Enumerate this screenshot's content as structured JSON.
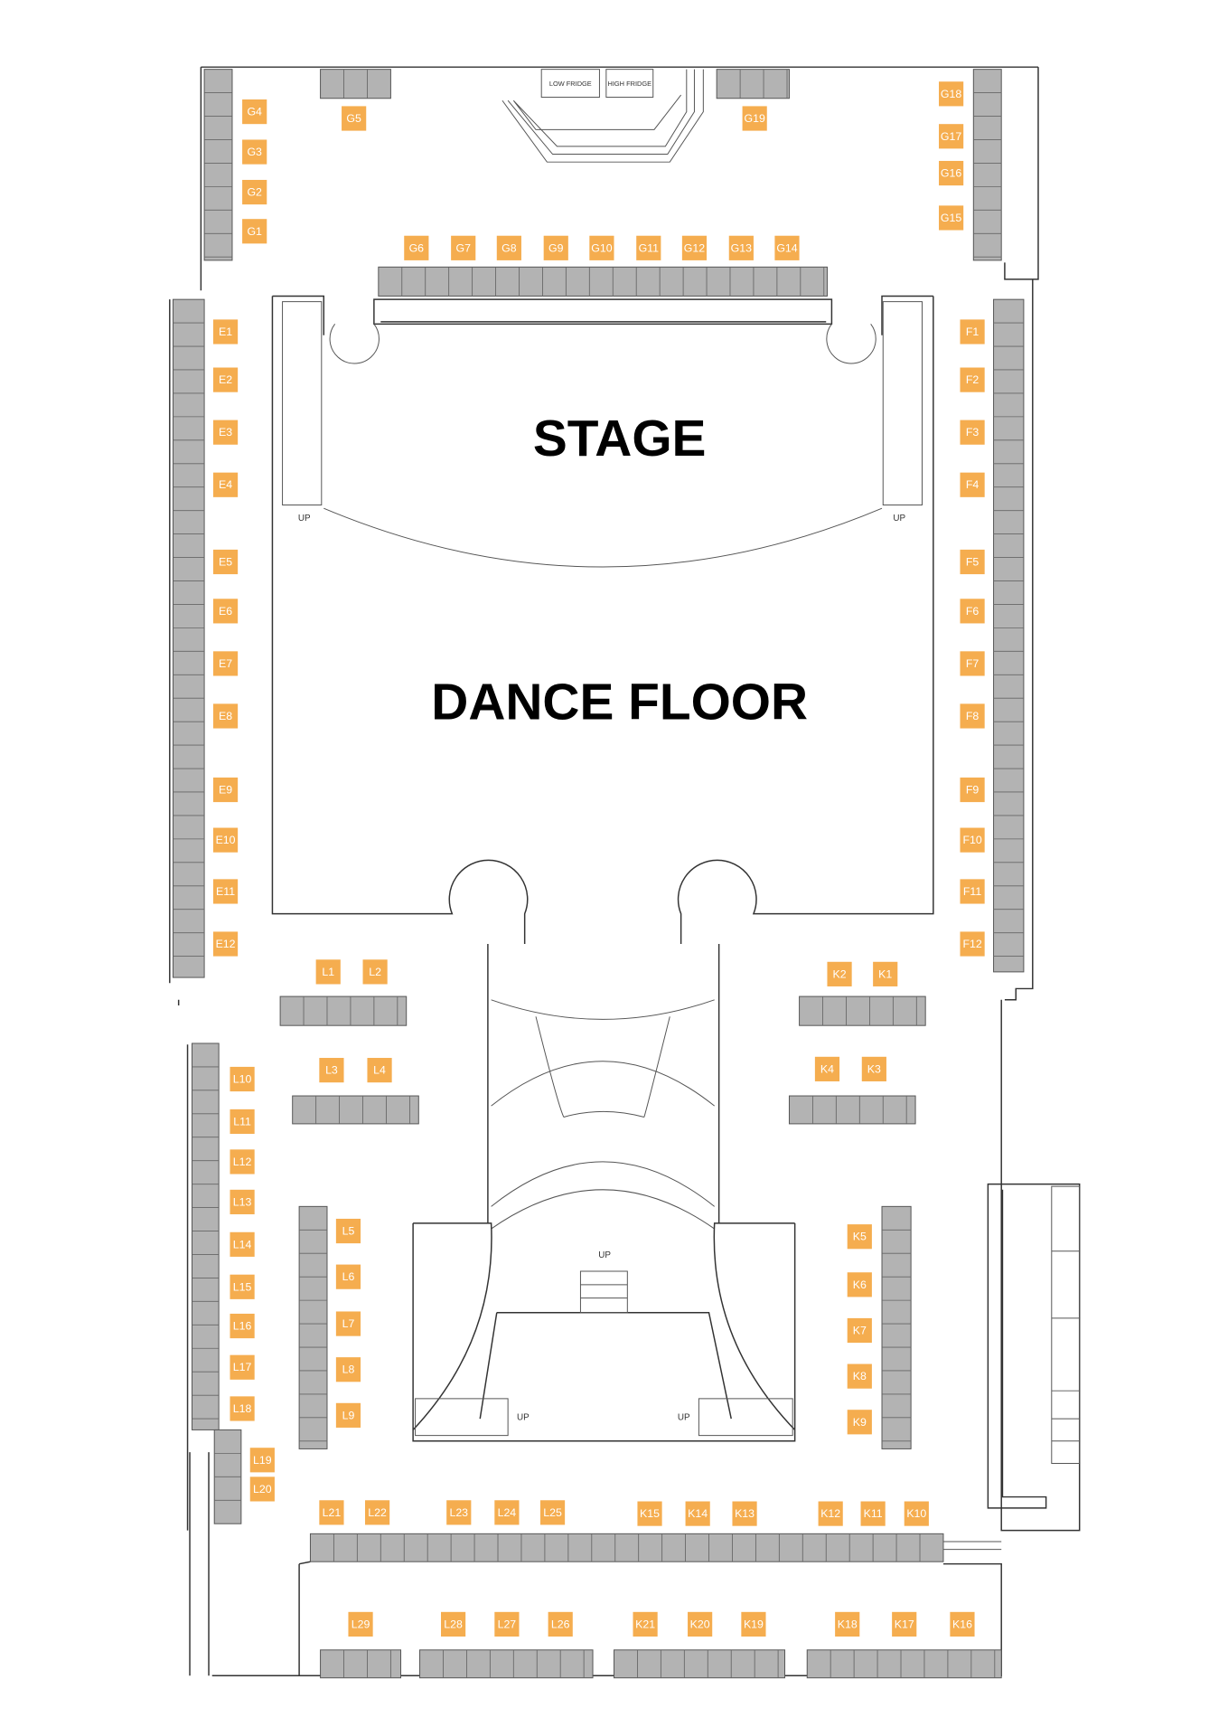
{
  "stage_label": "STAGE",
  "dance_floor_label": "DANCE FLOOR",
  "low_fridge": "LOW FRIDGE",
  "high_fridge": "HIGH FRIDGE",
  "up_labels": [
    "UP",
    "UP",
    "UP",
    "UP",
    "UP"
  ],
  "colors": {
    "table_label": "#f5ad4f",
    "bench": "#b3b3b3"
  },
  "tables": [
    "G1",
    "G2",
    "G3",
    "G4",
    "G5",
    "G6",
    "G7",
    "G8",
    "G9",
    "G10",
    "G11",
    "G12",
    "G13",
    "G14",
    "G15",
    "G16",
    "G17",
    "G18",
    "G19",
    "E1",
    "E2",
    "E3",
    "E4",
    "E5",
    "E6",
    "E7",
    "E8",
    "E9",
    "E10",
    "E11",
    "E12",
    "F1",
    "F2",
    "F3",
    "F4",
    "F5",
    "F6",
    "F7",
    "F8",
    "F9",
    "F10",
    "F11",
    "F12",
    "L1",
    "L2",
    "L3",
    "L4",
    "L5",
    "L6",
    "L7",
    "L8",
    "L9",
    "L10",
    "L11",
    "L12",
    "L13",
    "L14",
    "L15",
    "L16",
    "L17",
    "L18",
    "L19",
    "L20",
    "L21",
    "L22",
    "L23",
    "L24",
    "L25",
    "L26",
    "L27",
    "L28",
    "L29",
    "K1",
    "K2",
    "K3",
    "K4",
    "K5",
    "K6",
    "K7",
    "K8",
    "K9",
    "K10",
    "K11",
    "K12",
    "K13",
    "K14",
    "K15",
    "K16",
    "K17",
    "K18",
    "K19",
    "K20",
    "K21"
  ]
}
